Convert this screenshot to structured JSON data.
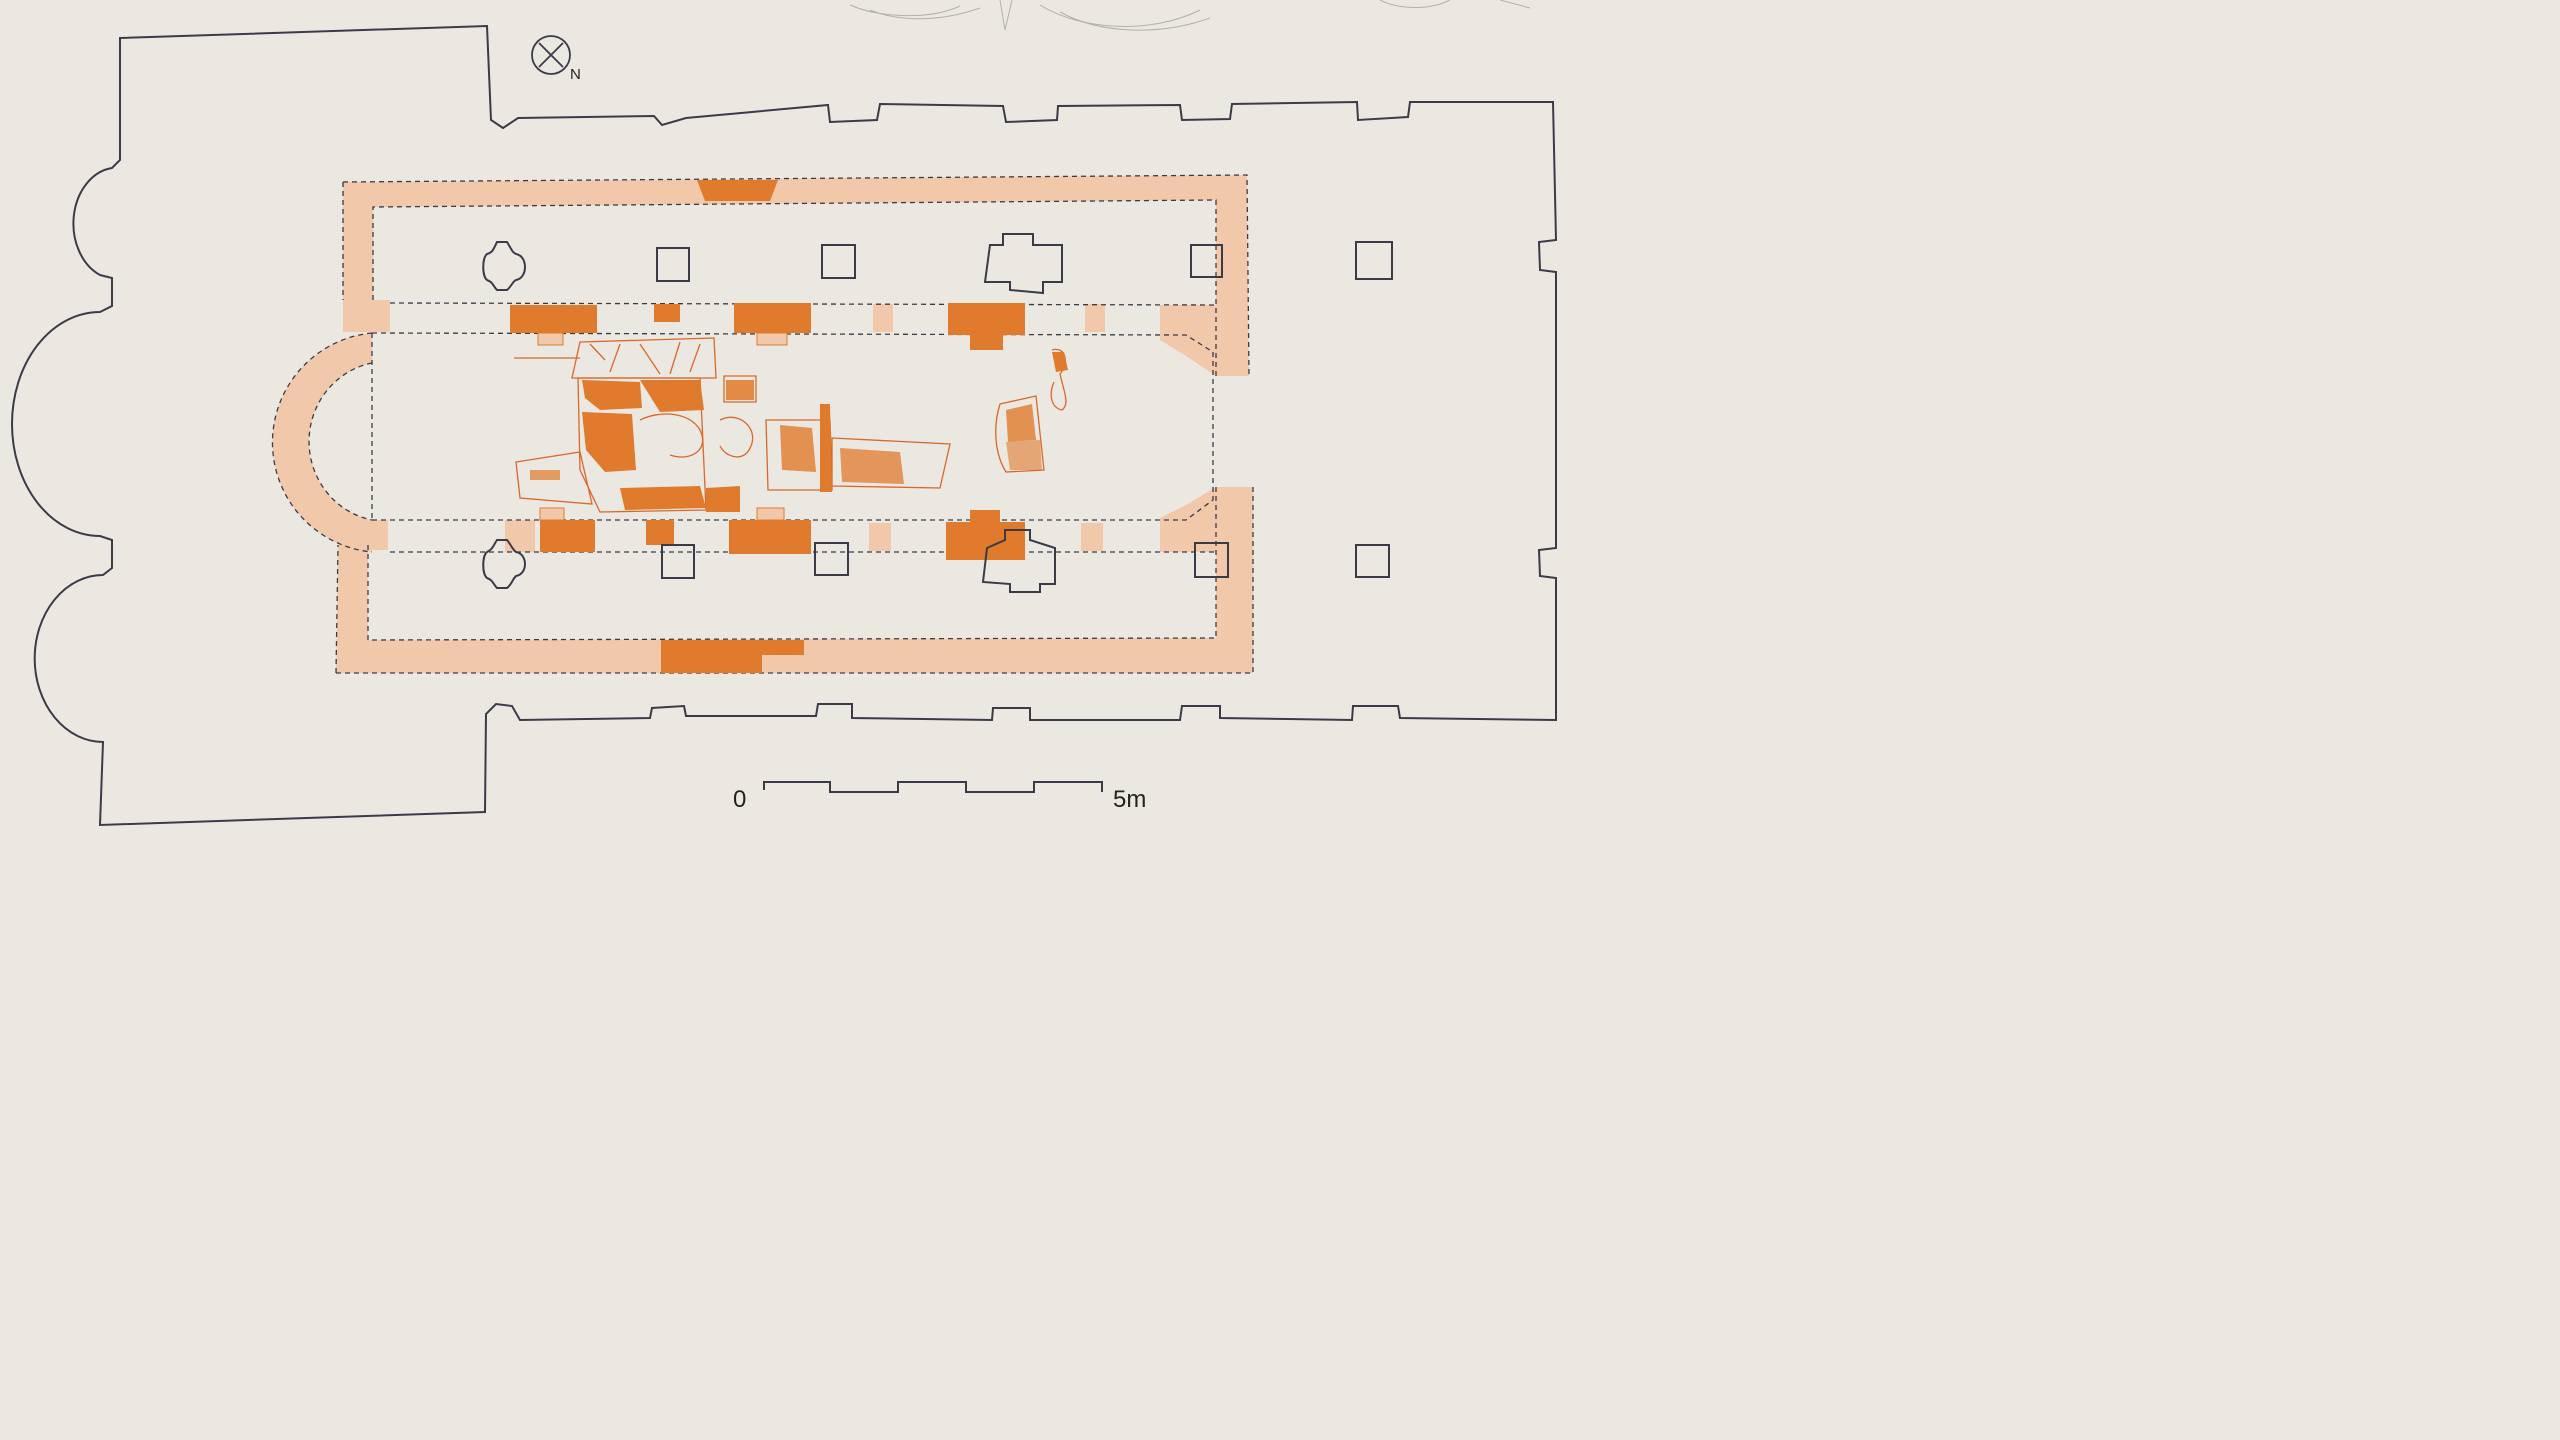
{
  "plan": {
    "north_label": "N",
    "scale_bar": {
      "start_label": "0",
      "end_label": "5m"
    }
  },
  "colors": {
    "background": "#ebe8e2",
    "wall_outline": "#3b3b48",
    "excavated_light": "#f1c9aa",
    "excavated_dark": "#e07a2c",
    "mosaic": "#d9682a"
  }
}
